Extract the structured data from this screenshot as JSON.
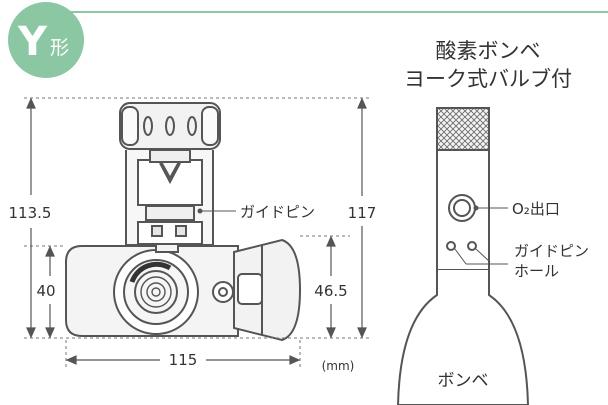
{
  "badge": {
    "letter": "Y",
    "suffix": "形",
    "color": "#8cc7a4"
  },
  "cylinder_title": {
    "line1": "酸素ボンベ",
    "line2": "ヨーク式バルブ付"
  },
  "dimensions": {
    "height_total": "113.5",
    "height_right": "117",
    "height_lower_left": "40",
    "height_lower_right": "46.5",
    "width": "115",
    "unit": "(mm)"
  },
  "labels": {
    "guide_pin": "ガイドピン",
    "o2_outlet": "O₂出口",
    "guide_pin_hole_line1": "ガイドピン",
    "guide_pin_hole_line2": "ホール",
    "cylinder": "ボンベ"
  },
  "colors": {
    "line": "#555555",
    "accent": "#8cc7a4",
    "text": "#333333"
  }
}
